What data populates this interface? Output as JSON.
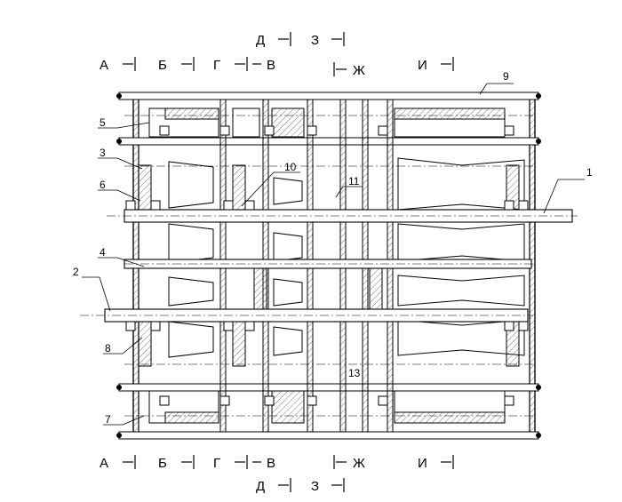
{
  "labels": {
    "A": "А",
    "B": "Б",
    "G": "Г",
    "V": "В",
    "D": "Д",
    "Z": "З",
    "Zh": "Ж",
    "I": "И",
    "n1": "1",
    "n2": "2",
    "n3": "3",
    "n4": "4",
    "n5": "5",
    "n6": "6",
    "n7": "7",
    "n8": "8",
    "n9": "9",
    "n10": "10",
    "n11": "11",
    "n13": "13"
  }
}
